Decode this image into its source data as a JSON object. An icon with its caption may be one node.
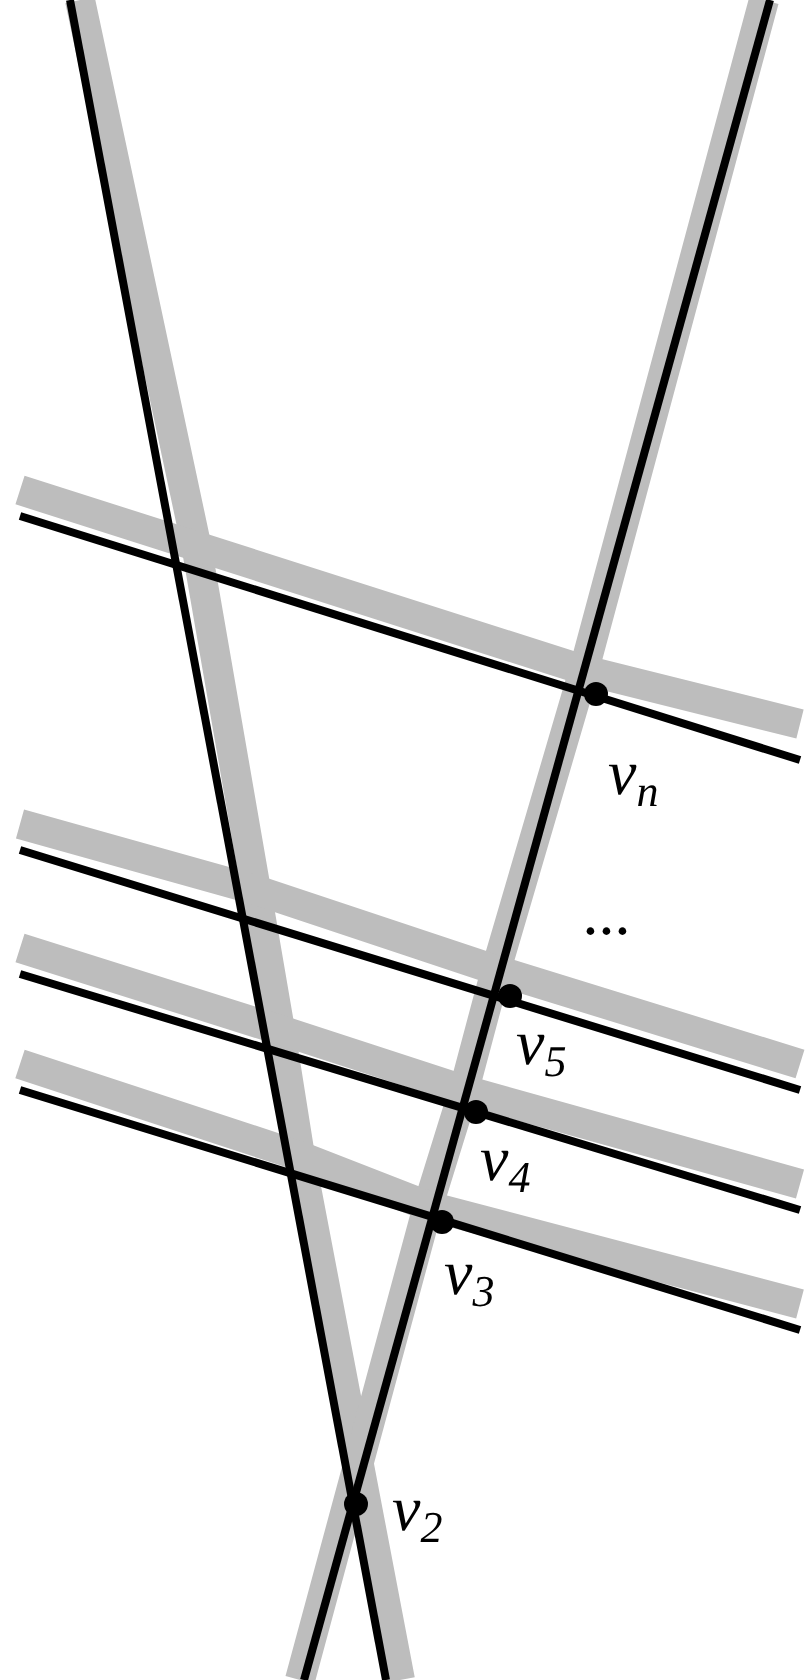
{
  "diagram": {
    "labels": [
      "v$_{n}$",
      "...",
      "v$_{5}$",
      "v$_{4}$",
      "v$_{3}$",
      "v$_{2}$"
    ]
  }
}
